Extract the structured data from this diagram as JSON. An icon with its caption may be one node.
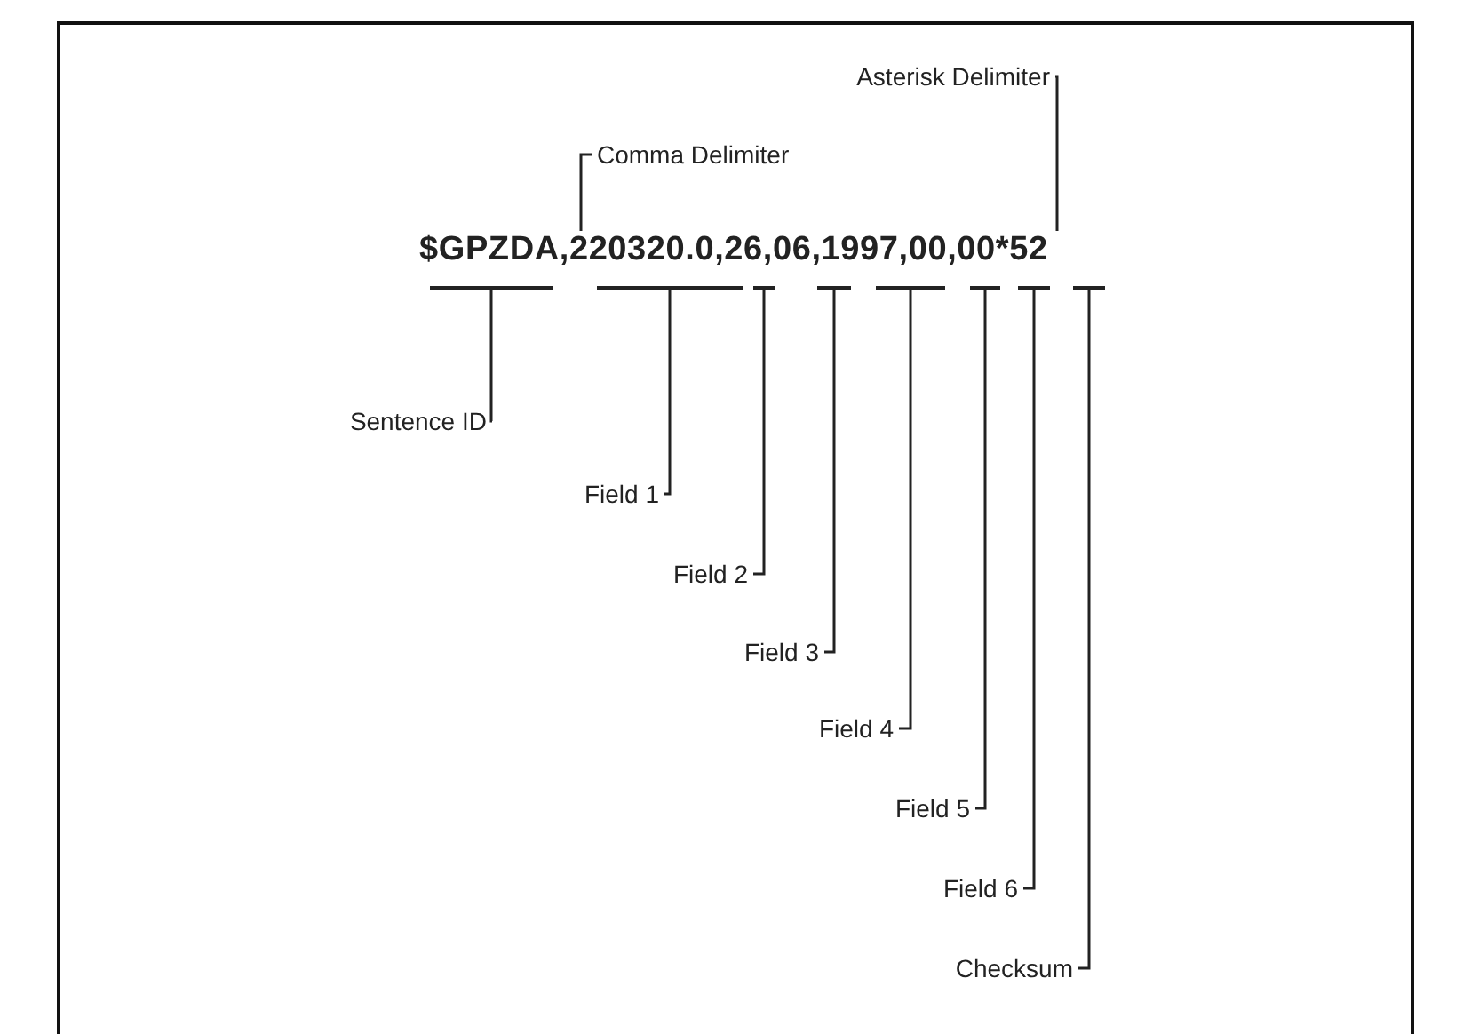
{
  "diagram": {
    "nodes": [
      {
        "text": [
          "Asterisk Delimiter"
        ]
      },
      {
        "text": [
          "Comma Delimiter"
        ]
      },
      {
        "text": [
          "$GPZDA,220320.0,26,06,1997,00,00*52"
        ]
      },
      {
        "text": [],
        "shape": "bar"
      },
      {
        "text": [],
        "shape": "bar"
      },
      {
        "text": [],
        "shape": "bar"
      },
      {
        "text": [],
        "shape": "bar"
      },
      {
        "text": [],
        "shape": "bar"
      },
      {
        "text": [],
        "shape": "bar"
      },
      {
        "text": [],
        "shape": "bar"
      },
      {
        "text": [],
        "shape": "bar"
      },
      {
        "text": [
          "Sentence ID"
        ]
      },
      {
        "text": [
          "Field 1"
        ]
      },
      {
        "text": [
          "Field 2"
        ]
      },
      {
        "text": [
          "Field 3"
        ]
      },
      {
        "text": [
          "Field 4"
        ]
      },
      {
        "text": [
          "Field 5"
        ]
      },
      {
        "text": [
          "Field 6"
        ]
      },
      {
        "text": [
          "Checksum"
        ]
      }
    ],
    "edges": [
      {
        "from": 0,
        "to": 2,
        "arrow": "none"
      },
      {
        "from": 1,
        "to": 2,
        "arrow": "none"
      },
      {
        "from": 11,
        "to": 3,
        "arrow": "none"
      },
      {
        "from": 12,
        "to": 4,
        "arrow": "none"
      },
      {
        "from": 13,
        "to": 5,
        "arrow": "none"
      },
      {
        "from": 14,
        "to": 6,
        "arrow": "none"
      },
      {
        "from": 15,
        "to": 7,
        "arrow": "none"
      },
      {
        "from": 16,
        "to": 8,
        "arrow": "none"
      },
      {
        "from": 17,
        "to": 9,
        "arrow": "none"
      },
      {
        "from": 18,
        "to": 10,
        "arrow": "none"
      }
    ]
  }
}
